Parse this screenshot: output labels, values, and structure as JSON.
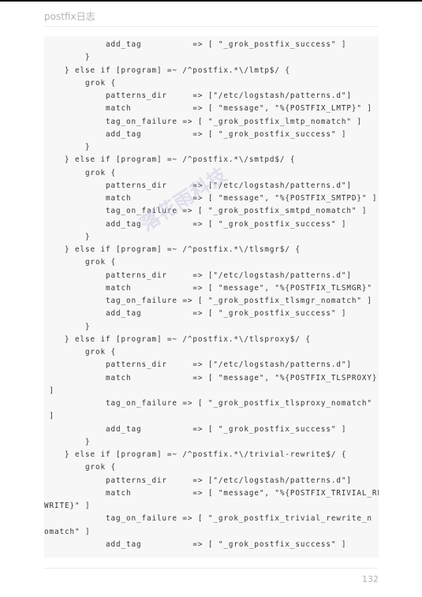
{
  "header": {
    "title": "postfix日志"
  },
  "code": {
    "lines": [
      "            add_tag          => [ \"_grok_postfix_success\" ]",
      "        }",
      "    } else if [program] =~ /^postfix.*\\/lmtp$/ {",
      "        grok {",
      "            patterns_dir     => [\"/etc/logstash/patterns.d\"]",
      "            match            => [ \"message\", \"%{POSTFIX_LMTP}\" ]",
      "            tag_on_failure => [ \"_grok_postfix_lmtp_nomatch\" ]",
      "            add_tag          => [ \"_grok_postfix_success\" ]",
      "        }",
      "    } else if [program] =~ /^postfix.*\\/smtpd$/ {",
      "        grok {",
      "            patterns_dir     => [\"/etc/logstash/patterns.d\"]",
      "            match            => [ \"message\", \"%{POSTFIX_SMTPD}\" ]",
      "            tag_on_failure => [ \"_grok_postfix_smtpd_nomatch\" ]",
      "            add_tag          => [ \"_grok_postfix_success\" ]",
      "        }",
      "    } else if [program] =~ /^postfix.*\\/tlsmgr$/ {",
      "        grok {",
      "            patterns_dir     => [\"/etc/logstash/patterns.d\"]",
      "            match            => [ \"message\", \"%{POSTFIX_TLSMGR}\" ]",
      "            tag_on_failure => [ \"_grok_postfix_tlsmgr_nomatch\" ]",
      "            add_tag          => [ \"_grok_postfix_success\" ]",
      "        }",
      "    } else if [program] =~ /^postfix.*\\/tlsproxy$/ {",
      "        grok {",
      "            patterns_dir     => [\"/etc/logstash/patterns.d\"]",
      "            match            => [ \"message\", \"%{POSTFIX_TLSPROXY}\"",
      " ]",
      "            tag_on_failure => [ \"_grok_postfix_tlsproxy_nomatch\"",
      " ]",
      "            add_tag          => [ \"_grok_postfix_success\" ]",
      "        }",
      "    } else if [program] =~ /^postfix.*\\/trivial-rewrite$/ {",
      "        grok {",
      "            patterns_dir     => [\"/etc/logstash/patterns.d\"]",
      "            match            => [ \"message\", \"%{POSTFIX_TRIVIAL_RE",
      "WRITE}\" ]",
      "            tag_on_failure => [ \"_grok_postfix_trivial_rewrite_n",
      "omatch\" ]",
      "            add_tag          => [ \"_grok_postfix_success\" ]"
    ]
  },
  "watermark": {
    "text": "落花雨科技"
  },
  "footer": {
    "page_number": "132"
  }
}
